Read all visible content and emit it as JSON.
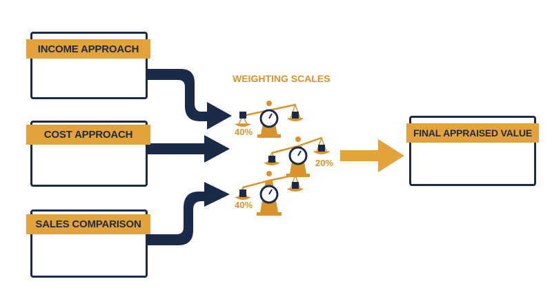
{
  "inputs": {
    "income": {
      "label": "INCOME APPROACH",
      "icon": "coin-stack-icon"
    },
    "cost": {
      "label": "COST APPROACH",
      "icon": "floor-plan-icon"
    },
    "sales": {
      "label": "SALES COMPARISON",
      "icon": "houses-price-tag-icon"
    }
  },
  "scales": {
    "title": "WEIGHTING SCALES",
    "weights": [
      "40%",
      "20%",
      "40%"
    ]
  },
  "output": {
    "label": "FINAL APPRAISED VALUE",
    "icon": "checkmark-dollar-icon"
  },
  "colors": {
    "navy": "#1a2b4a",
    "gold": "#e4a23a",
    "gold_dark": "#d9932b"
  }
}
